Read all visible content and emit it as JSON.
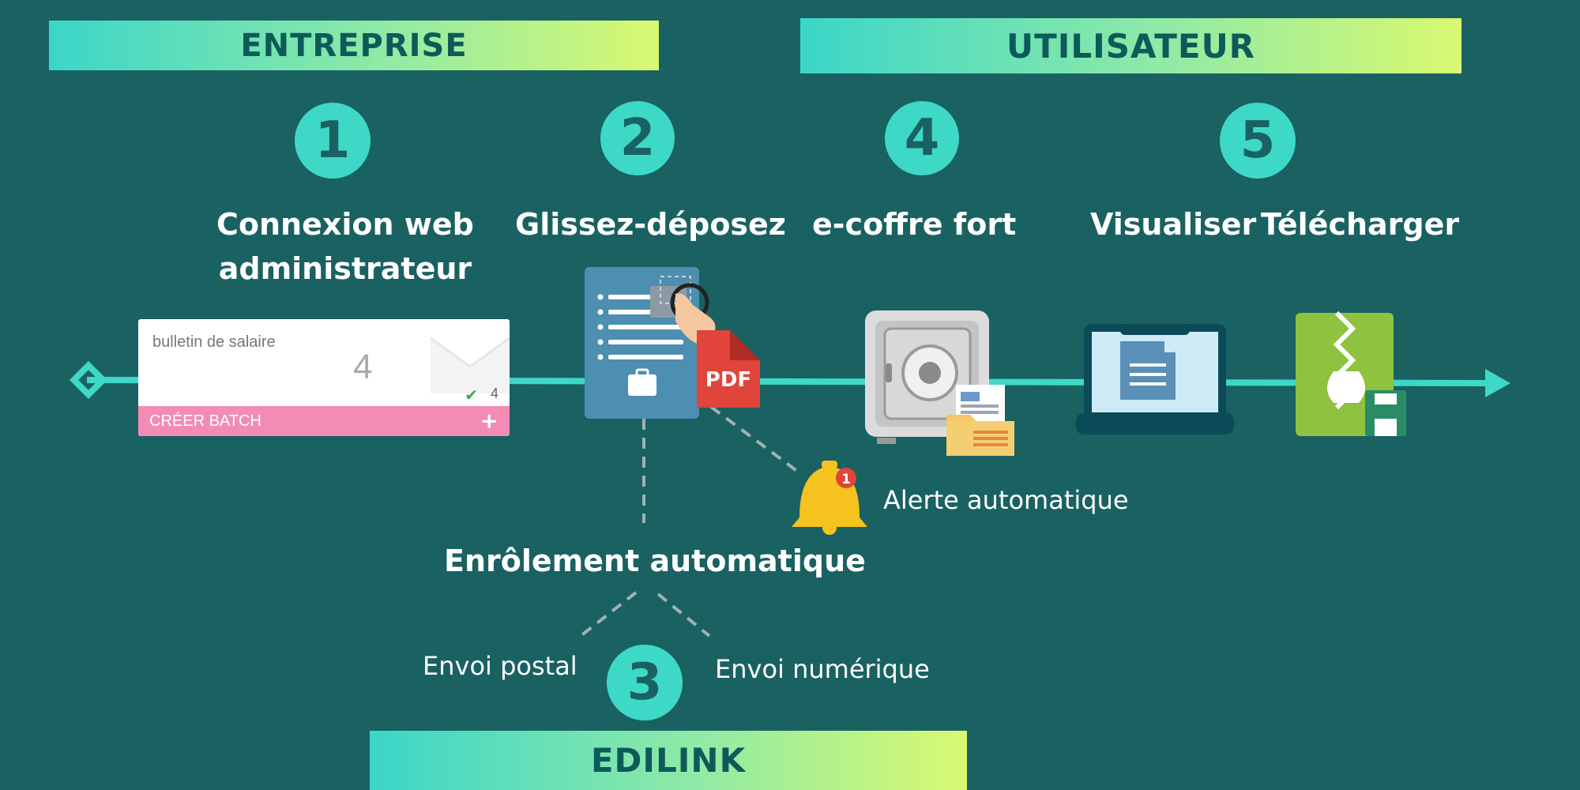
{
  "banners": {
    "entreprise": "ENTREPRISE",
    "utilisateur": "UTILISATEUR",
    "edilink": "EDILINK"
  },
  "steps": [
    {
      "number": "1",
      "title_line1": "Connexion web",
      "title_line2": "administrateur"
    },
    {
      "number": "2",
      "title": "Glissez-déposez"
    },
    {
      "number": "3"
    },
    {
      "number": "4",
      "title": "e-coffre fort"
    },
    {
      "number": "5",
      "title_a": "Visualiser",
      "title_b": "Télécharger"
    }
  ],
  "card": {
    "label": "bulletin de salaire",
    "count": "4",
    "check_count": "4",
    "button_label": "CRÉER BATCH",
    "button_icon": "plus-icon"
  },
  "pdf_badge": "PDF",
  "notification_count": "1",
  "captions": {
    "alerte": "Alerte automatique",
    "enrolement": "Enrôlement automatique",
    "postal": "Envoi postal",
    "numerique": "Envoi numérique"
  },
  "colors": {
    "background": "#1a6162",
    "accent": "#3ed8c6",
    "gradient_start": "#3bd6c8",
    "gradient_end": "#d9f970",
    "pdf_red": "#e0443a",
    "bell_yellow": "#f6c21e",
    "card_pink": "#f28cb5"
  }
}
